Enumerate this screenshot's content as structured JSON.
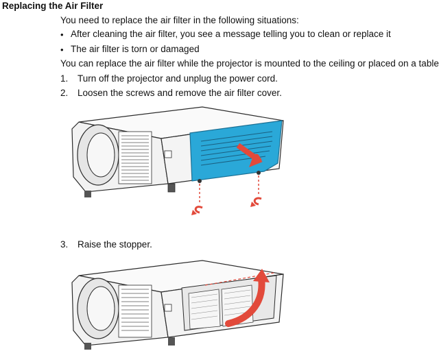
{
  "doc": {
    "title": "Replacing the Air Filter",
    "intro": "You need to replace the air filter in the following situations:",
    "bullets": [
      "After cleaning the air filter, you see a message telling you to clean or replace it",
      "The air filter is torn or damaged"
    ],
    "note": "You can replace the air filter while the projector is mounted to the ceiling or placed on a table.",
    "steps": [
      {
        "num": "1.",
        "text": "Turn off the projector and unplug the power cord."
      },
      {
        "num": "2.",
        "text": "Loosen the screws and remove the air filter cover."
      },
      {
        "num": "3.",
        "text": "Raise the stopper."
      }
    ]
  },
  "colors": {
    "highlight": "#2aa8d8",
    "arrow": "#e24a3b",
    "outline": "#2b2b2b"
  }
}
